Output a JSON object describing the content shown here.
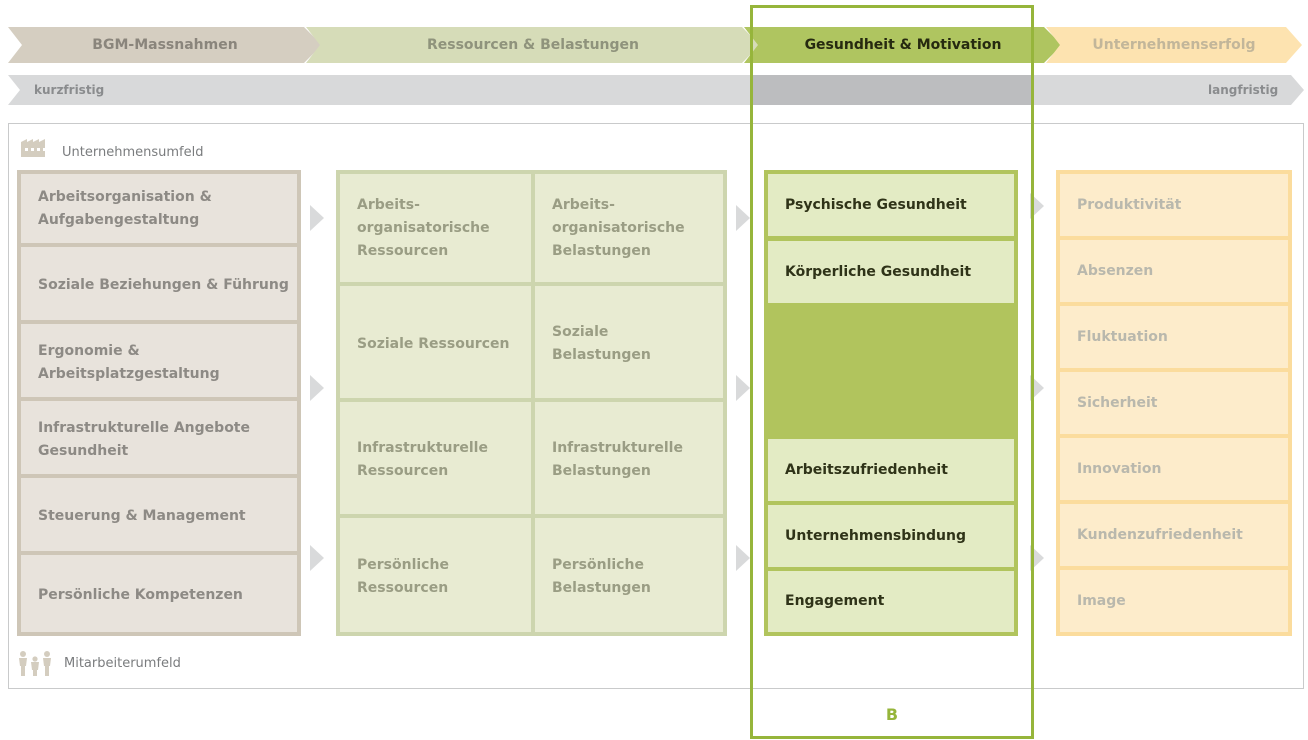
{
  "header": {
    "steps": [
      {
        "label": "BGM-Massnahmen"
      },
      {
        "label": "Ressourcen & Belastungen"
      },
      {
        "label": "Gesundheit & Motivation"
      },
      {
        "label": "Unternehmenserfolg"
      }
    ]
  },
  "timeline": {
    "left_label": "kurzfristig",
    "right_label": "langfristig"
  },
  "environment": {
    "top_label": "Unternehmensumfeld",
    "bottom_label": "Mitarbeiterumfeld"
  },
  "measures": [
    "Arbeitsorganisation & Aufgabengestaltung",
    "Soziale Beziehungen & Führung",
    "Ergonomie & Arbeitsplatzgestaltung",
    "Infrastrukturelle Angebote Gesundheit",
    "Steuerung & Management",
    "Persönliche Kompetenzen"
  ],
  "resources": [
    "Arbeits-organisatorische Ressourcen",
    "Soziale Ressourcen",
    "Infrastrukturelle Ressourcen",
    "Persönliche Ressourcen"
  ],
  "burdens": [
    "Arbeits-organisatorische Belastungen",
    "Soziale Belastungen",
    "Infrastrukturelle Belastungen",
    "Persönliche Belastungen"
  ],
  "health_motivation": [
    "Psychische Gesundheit",
    "Körperliche Gesundheit",
    "Arbeitszufriedenheit",
    "Unternehmensbindung",
    "Engagement"
  ],
  "company_success": [
    "Produktivität",
    "Absenzen",
    "Fluktuation",
    "Sicherheit",
    "Innovation",
    "Kundenzufriedenheit",
    "Image"
  ],
  "highlight_label": "B",
  "colors": {
    "measures_bg": "#e8e3dc",
    "measures_border": "#cec6b7",
    "measures_text": "#8d8a85",
    "resources_bg": "#e8ebd2",
    "resources_border": "#cdd5ae",
    "resources_text": "#9a9d84",
    "health_bg": "#e3ebc4",
    "health_border": "#b1c45d",
    "health_text": "#2f3318",
    "success_bg": "#fdeccb",
    "success_border": "#fbdc9d",
    "success_text": "#b9b8ad",
    "highlight": "#96b53b"
  }
}
